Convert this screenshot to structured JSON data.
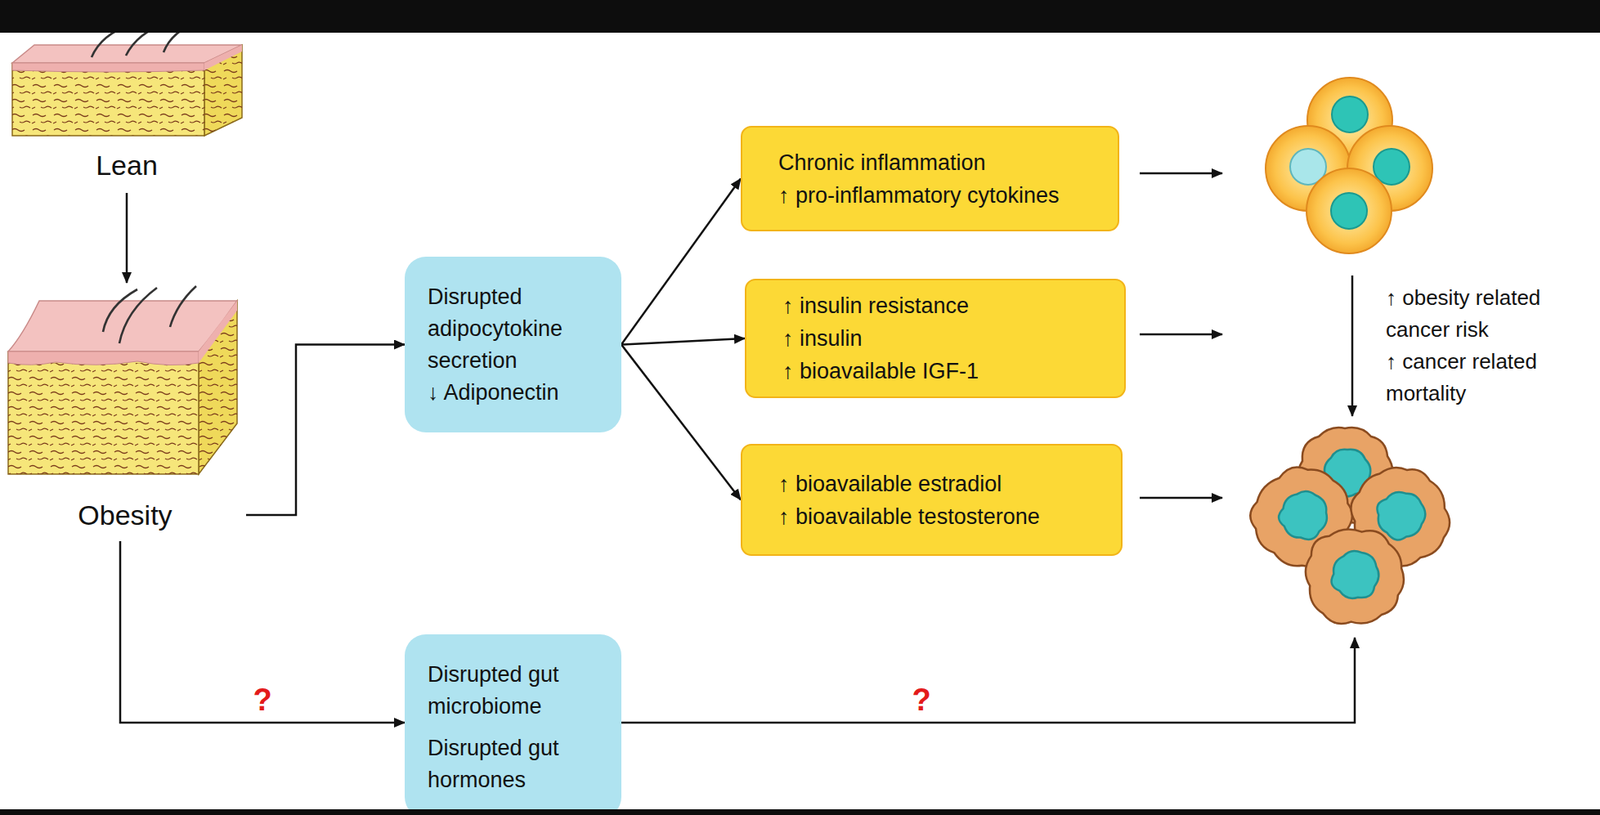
{
  "diagram": {
    "nodes": [
      {
        "text": [
          "Lean"
        ]
      },
      {
        "text": [
          "Obesity"
        ]
      },
      {
        "text": [
          "Disrupted adipocytokine secretion",
          "↓ Adiponectin"
        ]
      },
      {
        "text": [
          "Chronic inflammation",
          "↑ pro-inflammatory cytokines"
        ]
      },
      {
        "text": [
          "↑ insulin resistance",
          "↑ insulin",
          "↑ bioavailable IGF-1"
        ]
      },
      {
        "text": [
          "↑ bioavailable estradiol",
          "↑ bioavailable testosterone"
        ]
      },
      {
        "text": [
          "Disrupted gut microbiome",
          "Disrupted gut hormones"
        ]
      }
    ],
    "edges": [
      {
        "from": 0,
        "to": 1,
        "arrow": "to"
      },
      {
        "from": 1,
        "to": 2,
        "arrow": "to"
      },
      {
        "from": 2,
        "to": 3,
        "arrow": "to"
      },
      {
        "from": 2,
        "to": 4,
        "arrow": "to"
      },
      {
        "from": 2,
        "to": 5,
        "arrow": "to"
      },
      {
        "from": 1,
        "to": 6,
        "label": "?",
        "arrow": "to"
      }
    ],
    "labels": [
      "↑ obesity related cancer risk",
      "↑ cancer related mortality",
      "?"
    ]
  }
}
